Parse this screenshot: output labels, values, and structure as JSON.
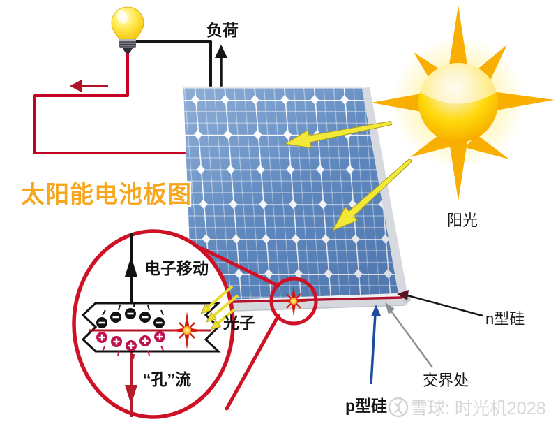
{
  "title": "太阳能电池板图",
  "labels": {
    "load": "负荷",
    "sunlight": "阳光",
    "electron_movement": "电子移动",
    "photon": "光子",
    "hole_flow": "“孔”流",
    "n_type": "n型硅",
    "junction": "交界处",
    "p_type": "p型硅"
  },
  "watermark": {
    "text": "雪球: 时光机2028"
  },
  "colors": {
    "title_orange": "#F6A71E",
    "panel_blue": "#5E8AC2",
    "wire_red": "#C20020",
    "wire_black": "#161616",
    "magnifier_red": "#CF1126",
    "junction_line_red": "#B20F2F",
    "sun_yellow": "#FFD90A",
    "photon_arrow_yellow": "#F2E838",
    "hole_pink": "#BF1350",
    "p_arrow_blue": "#1D4E9E"
  }
}
